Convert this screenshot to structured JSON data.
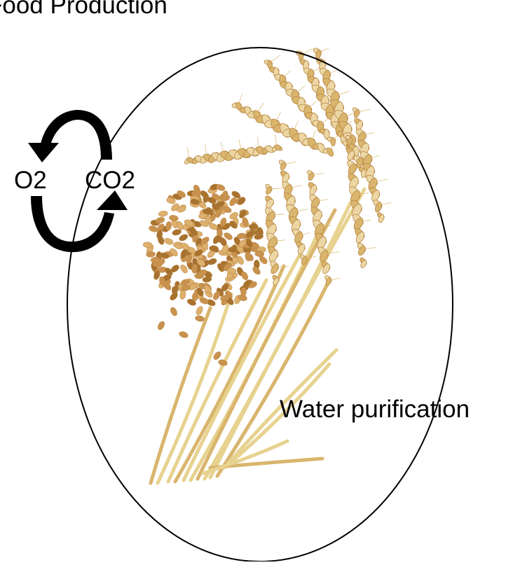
{
  "labels": {
    "food": "Food Production",
    "water": "Water purification",
    "o2": "O2",
    "co2": "CO2"
  },
  "colors": {
    "stroke": "#000000",
    "background": "#ffffff",
    "wheat_light": "#ecd7a4",
    "wheat_mid": "#d9b56d",
    "wheat_dark": "#b88645",
    "grain": "#c9924f",
    "grain_dark": "#a8722f",
    "grain_light": "#ddb06e",
    "stem": "#e7d28f"
  },
  "icons": {
    "cycle_arrows": "circular-arrows-icon",
    "wheat": "wheat-image"
  }
}
